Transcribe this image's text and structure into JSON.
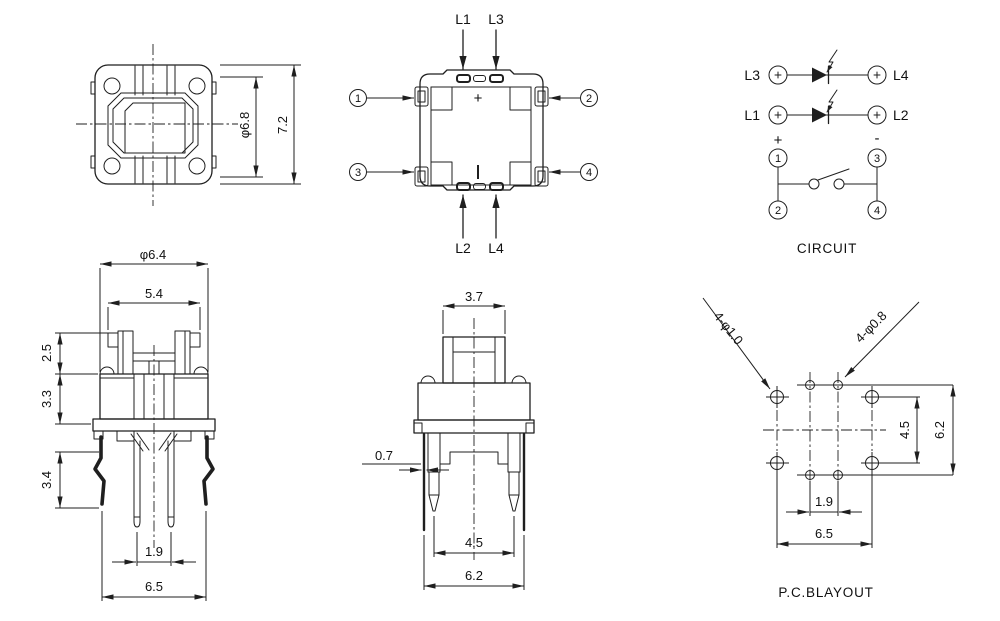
{
  "top_view": {
    "dia": "φ6.8",
    "height": "7.2"
  },
  "bottom_view": {
    "led_top_left": "L1",
    "led_top_right": "L3",
    "led_bottom_left": "L2",
    "led_bottom_right": "L4",
    "pin1": "1",
    "pin2": "2",
    "pin3": "3",
    "pin4": "4",
    "plus": "+"
  },
  "circuit": {
    "title": "CIRCUIT",
    "row1_left": "L3",
    "row1_right": "L4",
    "row2_left": "L1",
    "row2_right": "L2",
    "plus": "+",
    "minus": "-",
    "pin1": "1",
    "pin2": "2",
    "pin3": "3",
    "pin4": "4"
  },
  "front_view": {
    "dia": "φ6.4",
    "cap": "5.4",
    "h1": "2.5",
    "h2": "3.3",
    "h3": "3.4",
    "pitch_inner": "1.9",
    "pitch_outer": "6.5"
  },
  "side_view": {
    "cap": "3.7",
    "lead": "0.7",
    "pitch_inner": "4.5",
    "pitch_outer": "6.2"
  },
  "pcb": {
    "title": "P.C.BLAYOUT",
    "holes_big": "4-φ1.0",
    "holes_small": "4-φ0.8",
    "v_inner": "4.5",
    "v_outer": "6.2",
    "h_inner": "1.9",
    "h_outer": "6.5"
  }
}
